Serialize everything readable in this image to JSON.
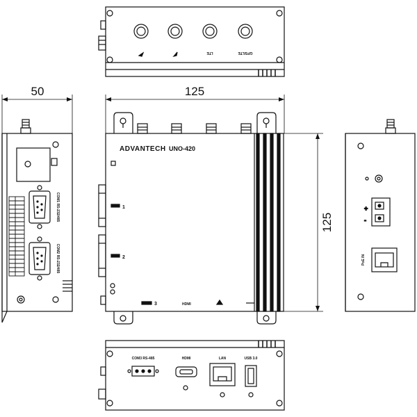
{
  "dimensions": {
    "side_width": "50",
    "top_width": "125",
    "front_height": "125"
  },
  "brand": {
    "name": "ADVANTECH",
    "model": "UNO-420"
  },
  "top_view": {
    "antenna_labels": [
      "",
      "",
      "LTE",
      "GPS/LTE"
    ]
  },
  "front_view": {
    "com_label_1": "1",
    "com_label_2": "2",
    "com_label_3": "3",
    "hdmi": "HDMI"
  },
  "left_view": {
    "com1": "COM1 RS-232/485",
    "com2": "COM2 RS-232/485"
  },
  "right_view": {
    "poe_in": "PoE IN"
  },
  "bottom_view": {
    "port_labels": [
      "COM3 RS-485",
      "HDMI",
      "LAN",
      "USB 3.0"
    ]
  }
}
